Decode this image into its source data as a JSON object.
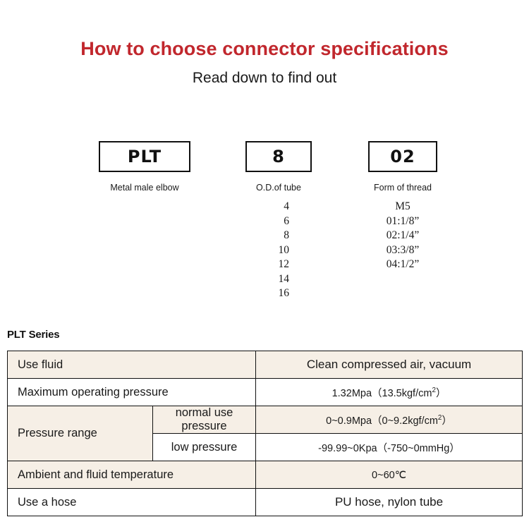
{
  "header": {
    "title": "How to choose connector specifications",
    "subtitle": "Read down to find out",
    "title_color": "#C1272D"
  },
  "code_breakdown": {
    "groups": [
      {
        "key": "series",
        "code": "PLT",
        "caption": "Metal male elbow",
        "options": []
      },
      {
        "key": "od",
        "code": "8",
        "caption": "O.D.of tube",
        "options": [
          "4",
          "6",
          "8",
          "10",
          "12",
          "14",
          "16"
        ]
      },
      {
        "key": "thread",
        "code": "02",
        "caption": "Form of thread",
        "options": [
          "M5",
          "01:1/8”",
          "02:1/4”",
          "03:3/8”",
          "04:1/2”"
        ]
      }
    ]
  },
  "spec": {
    "series_label": "PLT Series",
    "shade_color": "#F6EFE6",
    "rows": [
      {
        "label": "Use fluid",
        "sub_label": null,
        "value": "Clean compressed air, vacuum",
        "value_sup": null,
        "shaded": true,
        "value_size": "large"
      },
      {
        "label": "Maximum operating pressure",
        "sub_label": null,
        "value": "1.32Mpa（13.5kgf/cm",
        "value_sup": "2",
        "value_tail": "）",
        "shaded": false,
        "value_size": "small"
      },
      {
        "label": "Pressure range",
        "sub_label": "normal use pressure",
        "value": "0~0.9Mpa（0~9.2kgf/cm",
        "value_sup": "2",
        "value_tail": "）",
        "shaded": true,
        "value_size": "small"
      },
      {
        "label": null,
        "sub_label": "low pressure",
        "value": "-99.99~0Kpa（-750~0mmHg）",
        "value_sup": null,
        "shaded": false,
        "value_size": "small"
      },
      {
        "label": "Ambient and fluid temperature",
        "sub_label": null,
        "value": "0~60℃",
        "value_sup": null,
        "shaded": true,
        "value_size": "small"
      },
      {
        "label": "Use a hose",
        "sub_label": null,
        "value": "PU hose, nylon tube",
        "value_sup": null,
        "shaded": false,
        "value_size": "large"
      }
    ]
  }
}
